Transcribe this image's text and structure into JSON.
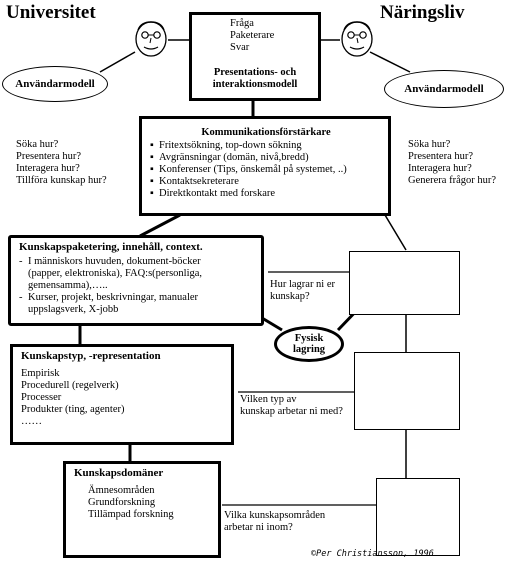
{
  "headings": {
    "left": "Universitet",
    "right": "Näringsliv"
  },
  "user_model": {
    "left": "Användarmodell",
    "right": "Användarmodell"
  },
  "presentation_box": {
    "items": [
      "Fråga",
      "Paketerare",
      "Svar"
    ],
    "title_line1": "Presentations- och",
    "title_line2": "interaktionsmodell"
  },
  "left_questions": [
    "Söka hur?",
    "Presentera hur?",
    "Interagera hur?",
    "Tillföra kunskap hur?"
  ],
  "right_questions": [
    "Söka hur?",
    "Presentera hur?",
    "Interagera hur?",
    "Generera frågor hur?"
  ],
  "communication_box": {
    "title": "Kommunikationsförstärkare",
    "items": [
      "Fritextsökning, top-down sökning",
      "Avgränsningar (domän, nivå,bredd)",
      "Konferenser (Tips, önskemål på systemet, ..)",
      "Kontaktsekreterare",
      "Direktkontakt med forskare"
    ]
  },
  "packaging_box": {
    "title": "Kunskapspaketering, innehåll, context.",
    "items": [
      [
        "I människors huvuden, dokument-böcker",
        "(papper, elektroniska), FAQ:s(personliga,",
        "gemensamma),….."
      ],
      [
        "Kurser, projekt, beskrivningar, manualer",
        "uppslagsverk, X-jobb"
      ]
    ]
  },
  "storage_question": [
    "Hur lagrar ni er",
    "kunskap?"
  ],
  "physical_storage": [
    "Fysisk",
    "lagring"
  ],
  "type_box": {
    "title": "Kunskapstyp, -representation",
    "items": [
      "Empirisk",
      "Procedurell (regelverk)",
      "Processer",
      "Produkter (ting, agenter)",
      "……"
    ]
  },
  "type_question": [
    "Vilken typ av",
    "kunskap arbetar ni med?"
  ],
  "domain_box": {
    "title": "Kunskapsdomäner",
    "items": [
      "Ämnesområden",
      "Grundforskning",
      "Tillämpad forskning"
    ]
  },
  "domain_question": [
    "Vilka kunskapsområden",
    "arbetar ni inom?"
  ],
  "copyright": "©Per Christiansson, 1996"
}
